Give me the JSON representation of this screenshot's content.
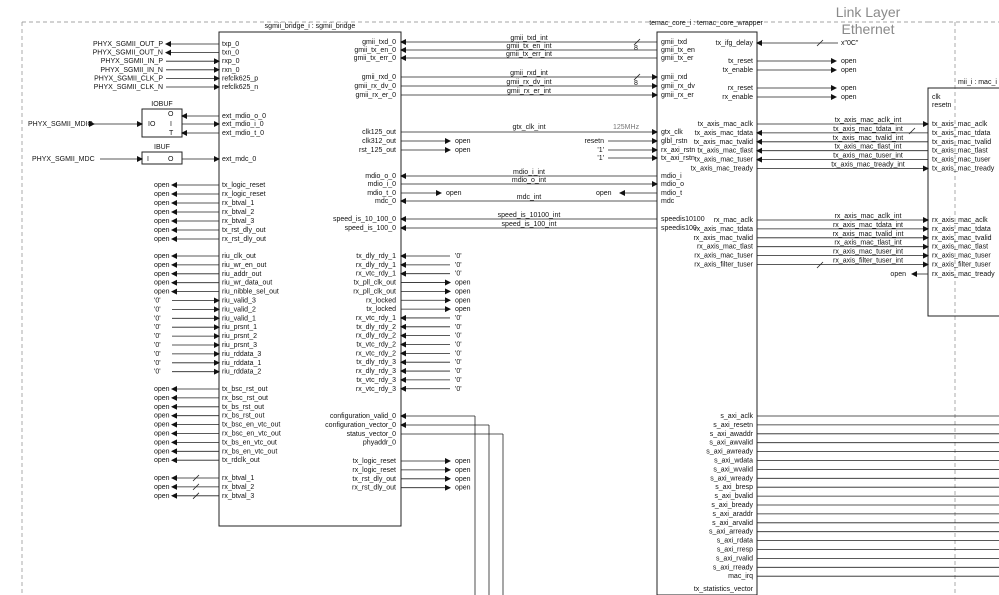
{
  "title": {
    "line1": "Link Layer",
    "line2": "Ethernet"
  },
  "blocks": {
    "sgmii": "sgmii_bridge_i : sgmii_bridge",
    "temac": "temac_core_i : temac_core_wrapper",
    "mii": "mii_i : mac_i",
    "iobuf": {
      "name": "IOBUF",
      "pins": [
        "IO",
        "O",
        "I",
        "T"
      ]
    },
    "ibuf": {
      "name": "IBUF",
      "pins": [
        "I",
        "O"
      ]
    }
  },
  "ext_left": [
    {
      "name": "PHYX_SGMII_OUT_P",
      "pin": "txp_0",
      "dir": "out"
    },
    {
      "name": "PHYX_SGMII_OUT_N",
      "pin": "txn_0",
      "dir": "out"
    },
    {
      "name": "PHYX_SGMII_IN_P",
      "pin": "rxp_0",
      "dir": "in"
    },
    {
      "name": "PHYX_SGMII_IN_N",
      "pin": "rxn_0",
      "dir": "in"
    },
    {
      "name": "PHYX_SGMII_CLK_P",
      "pin": "refclk625_p",
      "dir": "in"
    },
    {
      "name": "PHYX_SGMII_CLK_N",
      "pin": "refclk625_n",
      "dir": "in"
    }
  ],
  "mdio": {
    "ext": "PHYX_SGMII_MDIO",
    "pins": [
      "ext_mdio_o_0",
      "ext_mdio_i_0",
      "ext_mdio_t_0"
    ],
    "mdc_ext": "PHYX_SGMII_MDC",
    "mdc_pin": "ext_mdc_0"
  },
  "sg_left_a": [
    {
      "tie": "open",
      "pin": "tx_logic_reset"
    },
    {
      "tie": "open",
      "pin": "rx_logic_reset"
    },
    {
      "tie": "open",
      "pin": "rx_btval_1"
    },
    {
      "tie": "open",
      "pin": "rx_btval_2"
    },
    {
      "tie": "open",
      "pin": "rx_btval_3"
    },
    {
      "tie": "open",
      "pin": "tx_rst_dly_out"
    },
    {
      "tie": "open",
      "pin": "rx_rst_dly_out"
    }
  ],
  "sg_left_b": [
    {
      "tie": "open",
      "pin": "riu_clk_out",
      "dir": "out"
    },
    {
      "tie": "open",
      "pin": "riu_wr_en_out",
      "dir": "out"
    },
    {
      "tie": "open",
      "pin": "riu_addr_out",
      "dir": "out"
    },
    {
      "tie": "open",
      "pin": "riu_wr_data_out",
      "dir": "out"
    },
    {
      "tie": "open",
      "pin": "riu_nibble_sel_out",
      "dir": "out"
    },
    {
      "tie": "'0'",
      "pin": "riu_valid_3",
      "dir": "in"
    },
    {
      "tie": "'0'",
      "pin": "riu_valid_2",
      "dir": "in"
    },
    {
      "tie": "'0'",
      "pin": "riu_valid_1",
      "dir": "in"
    },
    {
      "tie": "'0'",
      "pin": "riu_prsnt_1",
      "dir": "in"
    },
    {
      "tie": "'0'",
      "pin": "riu_prsnt_2",
      "dir": "in"
    },
    {
      "tie": "'0'",
      "pin": "riu_prsnt_3",
      "dir": "in"
    },
    {
      "tie": "'0'",
      "pin": "riu_rddata_3",
      "dir": "in"
    },
    {
      "tie": "'0'",
      "pin": "riu_rddata_1",
      "dir": "in"
    },
    {
      "tie": "'0'",
      "pin": "riu_rddata_2",
      "dir": "in"
    }
  ],
  "sg_left_c": [
    {
      "tie": "open",
      "pin": "tx_bsc_rst_out"
    },
    {
      "tie": "open",
      "pin": "rx_bsc_rst_out"
    },
    {
      "tie": "open",
      "pin": "tx_bs_rst_out"
    },
    {
      "tie": "open",
      "pin": "rx_bs_rst_out"
    },
    {
      "tie": "open",
      "pin": "tx_bsc_en_vtc_out"
    },
    {
      "tie": "open",
      "pin": "rx_bsc_en_vtc_out"
    },
    {
      "tie": "open",
      "pin": "tx_bs_en_vtc_out"
    },
    {
      "tie": "open",
      "pin": "rx_bs_en_vtc_out"
    },
    {
      "tie": "open",
      "pin": "tx_rdclk_out"
    }
  ],
  "sg_left_d": [
    {
      "tie": "open",
      "pin": "rx_btval_1"
    },
    {
      "tie": "open",
      "pin": "rx_btval_2"
    },
    {
      "tie": "open",
      "pin": "rx_btval_3"
    }
  ],
  "gmii": [
    {
      "sg": "gmii_txd_0",
      "net": "gmii_txd_int",
      "temac": "gmii_txd",
      "dir": "left",
      "bus": "8"
    },
    {
      "sg": "gmii_tx_en_0",
      "net": "gmii_tx_en_int",
      "temac": "gmii_tx_en",
      "dir": "left",
      "bus": ""
    },
    {
      "sg": "gmii_tx_err_0",
      "net": "gmii_tx_err_int",
      "temac": "gmii_tx_er",
      "dir": "left",
      "bus": ""
    },
    {
      "sg": "gmii_rxd_0",
      "net": "gmii_rxd_int",
      "temac": "gmii_rxd",
      "dir": "right",
      "bus": "8"
    },
    {
      "sg": "gmii_rx_dv_0",
      "net": "gmii_rx_dv_int",
      "temac": "gmii_rx_dv",
      "dir": "right",
      "bus": ""
    },
    {
      "sg": "gmii_rx_er_0",
      "net": "gmii_rx_er_int",
      "temac": "gmii_rx_er",
      "dir": "right",
      "bus": ""
    }
  ],
  "clk": {
    "sg": [
      "clk125_out",
      "clk312_out",
      "rst_125_out"
    ],
    "net": "gtx_clk_int",
    "freq": "125MHz",
    "temac": [
      "gtx_clk",
      "glbl_rstn",
      "rx_axi_rstn",
      "tx_axi_rstn"
    ],
    "temac_ties": [
      "resetn",
      "'1'",
      "'1'"
    ],
    "opens": [
      "open",
      "open"
    ]
  },
  "mdio_int": [
    {
      "sg": "mdio_o_0",
      "net": "mdio_i_int",
      "temac": "mdio_i"
    },
    {
      "sg": "mdio_i_0",
      "net": "mdio_o_int",
      "temac": "mdio_o"
    },
    {
      "sg": "mdio_t_0",
      "net": "",
      "temac": "mdio_t"
    },
    {
      "sg": "mdc_0",
      "net": "mdc_int",
      "temac": "mdc"
    }
  ],
  "speed": [
    {
      "sg": "speed_is_10_100_0",
      "net": "speed_is_10100_int",
      "temac": "speedis10100"
    },
    {
      "sg": "speed_is_100_0",
      "net": "speed_is_100_int",
      "temac": "speedis100"
    }
  ],
  "sg_right_dly": [
    {
      "pin": "tx_dly_rdy_1",
      "tie": "'0'",
      "dir": "in"
    },
    {
      "pin": "rx_dly_rdy_1",
      "tie": "'0'",
      "dir": "in"
    },
    {
      "pin": "rx_vtc_rdy_1",
      "tie": "'0'",
      "dir": "in"
    },
    {
      "pin": "tx_pll_clk_out",
      "tie": "open",
      "dir": "out"
    },
    {
      "pin": "rx_pll_clk_out",
      "tie": "open",
      "dir": "out"
    },
    {
      "pin": "rx_locked",
      "tie": "open",
      "dir": "out"
    },
    {
      "pin": "tx_locked",
      "tie": "open",
      "dir": "out"
    },
    {
      "pin": "rx_vtc_rdy_1",
      "tie": "'0'",
      "dir": "in"
    },
    {
      "pin": "tx_dly_rdy_2",
      "tie": "'0'",
      "dir": "in"
    },
    {
      "pin": "rx_dly_rdy_2",
      "tie": "'0'",
      "dir": "in"
    },
    {
      "pin": "tx_vtc_rdy_2",
      "tie": "'0'",
      "dir": "in"
    },
    {
      "pin": "rx_vtc_rdy_2",
      "tie": "'0'",
      "dir": "in"
    },
    {
      "pin": "tx_dly_rdy_3",
      "tie": "'0'",
      "dir": "in"
    },
    {
      "pin": "rx_dly_rdy_3",
      "tie": "'0'",
      "dir": "in"
    },
    {
      "pin": "tx_vtc_rdy_3",
      "tie": "'0'",
      "dir": "in"
    },
    {
      "pin": "rx_vtc_rdy_3",
      "tie": "'0'",
      "dir": "in"
    }
  ],
  "sg_right_cfg": [
    "configuration_valid_0",
    "configuration_vector_0",
    "status_vector_0",
    "phyaddr_0"
  ],
  "sg_right_rst": [
    {
      "pin": "tx_logic_reset",
      "tie": "open"
    },
    {
      "pin": "rx_logic_reset",
      "tie": "open"
    },
    {
      "pin": "tx_rst_dly_out",
      "tie": "open"
    },
    {
      "pin": "rx_rst_dly_out",
      "tie": "open"
    }
  ],
  "temac_right_top": [
    {
      "pin": "tx_ifg_delay",
      "tie": "x\"0C\"",
      "dir": "in"
    },
    {
      "pin": "tx_reset",
      "tie": "open",
      "dir": "out"
    },
    {
      "pin": "tx_enable",
      "tie": "open",
      "dir": "out"
    },
    {
      "pin": "rx_reset",
      "tie": "open",
      "dir": "out"
    },
    {
      "pin": "rx_enable",
      "tie": "open",
      "dir": "out"
    }
  ],
  "tx_axis": [
    {
      "pin": "tx_axis_mac_aclk",
      "net": "tx_axis_mac_aclk_int",
      "mii": "tx_axis_mac_aclk",
      "dir": "right"
    },
    {
      "pin": "tx_axis_mac_tdata",
      "net": "tx_axis_mac_tdata_int",
      "mii": "tx_axis_mac_tdata",
      "dir": "left"
    },
    {
      "pin": "tx_axis_mac_tvalid",
      "net": "tx_axis_mac_tvalid_int",
      "mii": "tx_axis_mac_tvalid",
      "dir": "left"
    },
    {
      "pin": "tx_axis_mac_tlast",
      "net": "tx_axis_mac_tlast_int",
      "mii": "tx_axis_mac_tlast",
      "dir": "left"
    },
    {
      "pin": "tx_axis_mac_tuser",
      "net": "tx_axis_mac_tuser_int",
      "mii": "tx_axis_mac_tuser",
      "dir": "left"
    },
    {
      "pin": "tx_axis_mac_tready",
      "net": "tx_axis_mac_tready_int",
      "mii": "tx_axis_mac_tready",
      "dir": "right"
    }
  ],
  "rx_axis": [
    {
      "pin": "rx_mac_aclk",
      "net": "rx_axis_mac_aclk_int",
      "mii": "rx_axis_mac_aclk"
    },
    {
      "pin": "rx_axis_mac_tdata",
      "net": "rx_axis_mac_tdata_int",
      "mii": "rx_axis_mac_tdata"
    },
    {
      "pin": "rx_axis_mac_tvalid",
      "net": "rx_axis_mac_tvalid_int",
      "mii": "rx_axis_mac_tvalid"
    },
    {
      "pin": "rx_axis_mac_tlast",
      "net": "rx_axis_mac_tlast_int",
      "mii": "rx_axis_mac_tlast"
    },
    {
      "pin": "rx_axis_mac_tuser",
      "net": "rx_axis_mac_tuser_int",
      "mii": "rx_axis_mac_tuser"
    },
    {
      "pin": "rx_axis_filter_tuser",
      "net": "rx_axis_filter_tuser_int",
      "mii": "rx_axis_filter_tuser"
    }
  ],
  "mii_left": [
    "clk",
    "resetn"
  ],
  "mii_tready": {
    "pin": "rx_axis_mac_tready",
    "tie": "open"
  },
  "saxi": [
    "s_axi_aclk",
    "s_axi_resetn",
    "s_axi_awaddr",
    "s_axi_awvalid",
    "s_axi_awready",
    "s_axi_wdata",
    "s_axi_wvalid",
    "s_axi_wready",
    "s_axi_bresp",
    "s_axi_bvalid",
    "s_axi_bready",
    "s_axi_araddr",
    "s_axi_arvalid",
    "s_axi_arready",
    "s_axi_rdata",
    "s_axi_rresp",
    "s_axi_rvalid",
    "s_axi_rready",
    "mac_irq",
    "tx_statistics_vector"
  ]
}
